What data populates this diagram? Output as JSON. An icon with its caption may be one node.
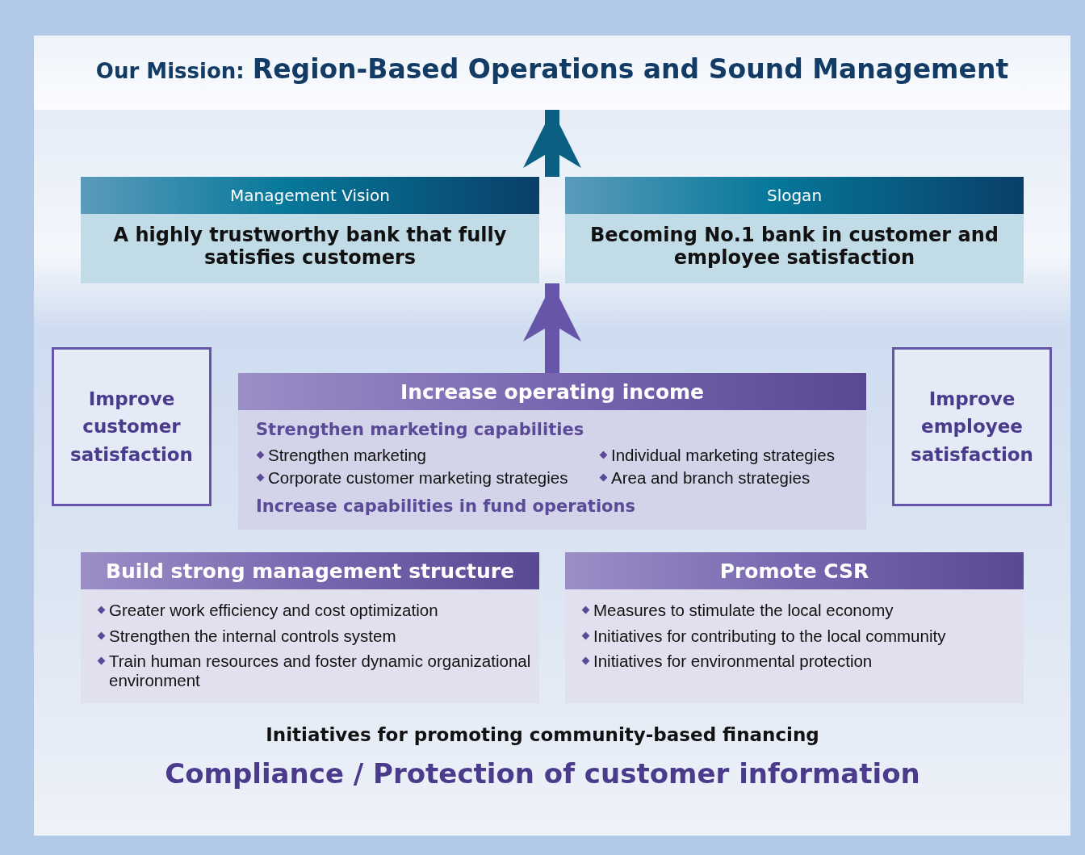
{
  "diagram": {
    "nodes": [
      {
        "text": [
          "Our Mission:",
          "Region-Based Operations and Sound Management"
        ]
      },
      {
        "text": [
          "Management Vision",
          "A highly trustworthy bank that fully satisfies customers"
        ]
      },
      {
        "text": [
          "Slogan",
          "Becoming No.1 bank in customer and employee satisfaction"
        ]
      },
      {
        "text": [
          "Improve customer satisfaction"
        ]
      },
      {
        "text": [
          "Increase operating income",
          "Strengthen marketing capabilities",
          "Strengthen marketing",
          "Individual marketing strategies",
          "Corporate customer marketing strategies",
          "Area and branch strategies",
          "Increase capabilities in fund operations"
        ]
      },
      {
        "text": [
          "Improve employee satisfaction"
        ]
      },
      {
        "text": [
          "Build strong management structure",
          "Greater work efficiency and cost optimization",
          "Strengthen the internal controls system",
          "Train human resources and foster dynamic organizational environment"
        ]
      },
      {
        "text": [
          "Promote CSR",
          "Measures to stimulate the local economy",
          "Initiatives for contributing to the local community",
          "Initiatives for environmental protection"
        ]
      }
    ],
    "edges": [
      {
        "from": 1,
        "to": 0,
        "arrow": "to",
        "color": "#0b5f82"
      },
      {
        "from": 2,
        "to": 0,
        "arrow": "to",
        "color": "#0b5f82"
      },
      {
        "from": 4,
        "to": 1,
        "arrow": "to",
        "color": "#6655a8"
      },
      {
        "from": 4,
        "to": 2,
        "arrow": "to",
        "color": "#6655a8"
      }
    ],
    "labels": [
      "Initiatives for promoting community-based financing",
      "Compliance / Protection of customer information"
    ]
  }
}
